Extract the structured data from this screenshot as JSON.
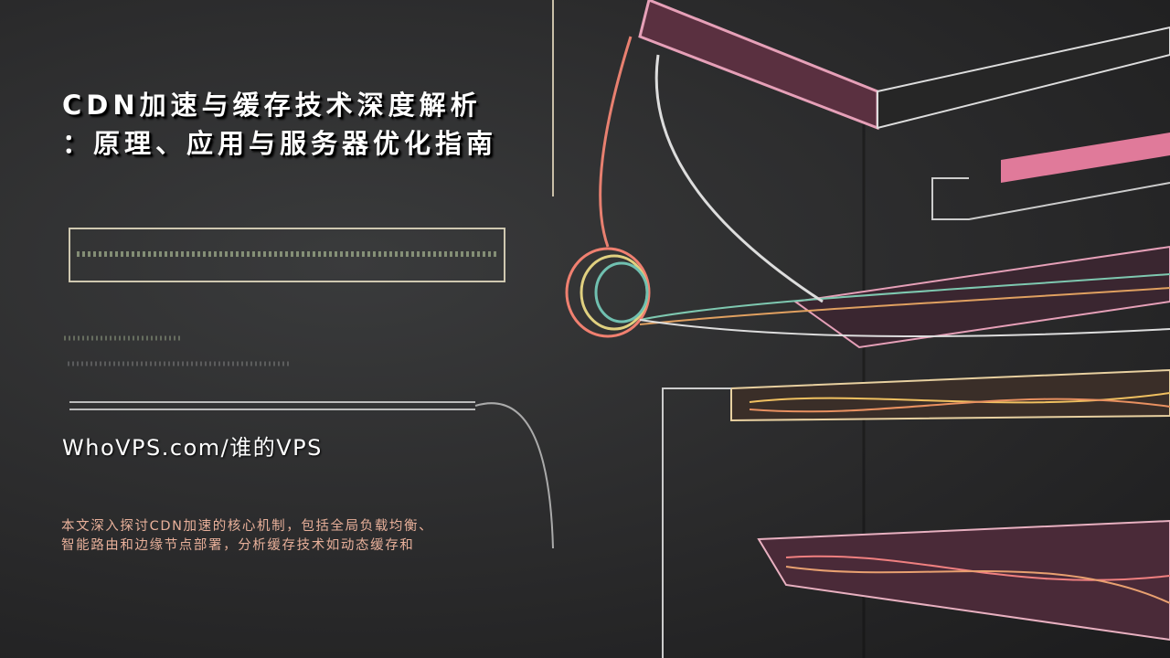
{
  "title": {
    "line1": "CDN加速与缓存技术深度解析",
    "line2": "：原理、应用与服务器优化指南"
  },
  "site": "WhoVPS.com/谁的VPS",
  "description": {
    "line1": "本文深入探讨CDN加速的核心机制，包括全局负载均衡、",
    "line2": "智能路由和边缘节点部署，分析缓存技术如动态缓存和"
  },
  "colors": {
    "text": "#ffffff",
    "description": "#e8b09a",
    "background": "#2a2b2c",
    "neon_pink": "#e07a9a"
  }
}
